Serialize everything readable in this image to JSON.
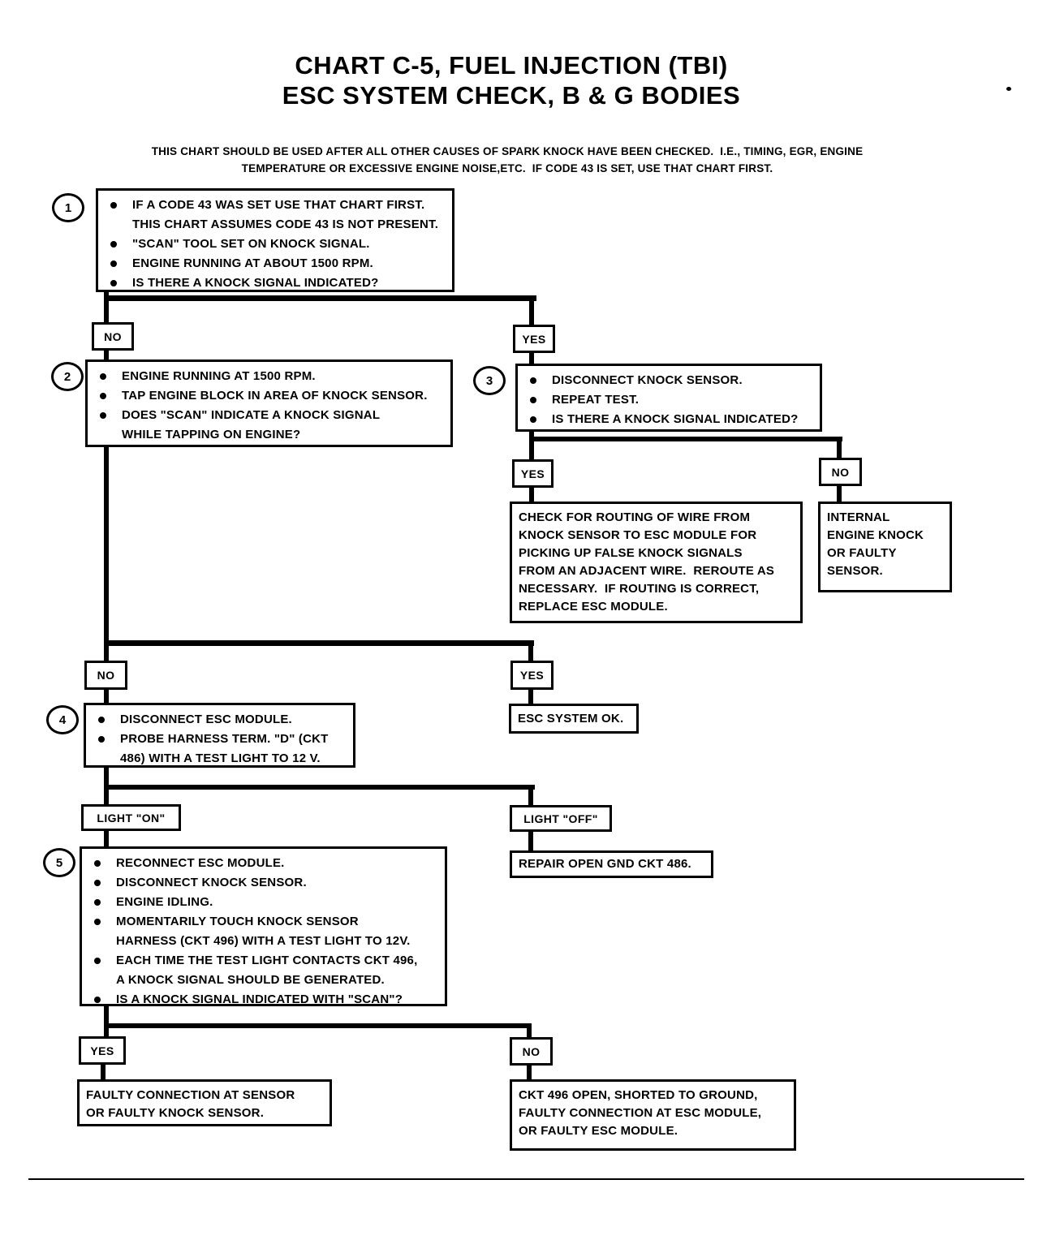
{
  "page": {
    "title": "CHART C-5, FUEL INJECTION (TBI)\nESC SYSTEM CHECK, B & G BODIES",
    "intro": "THIS CHART SHOULD BE USED AFTER ALL OTHER CAUSES OF SPARK KNOCK HAVE BEEN CHECKED.  I.E., TIMING, EGR, ENGINE\nTEMPERATURE OR EXCESSIVE ENGINE NOISE,ETC.  IF CODE 43 IS SET, USE THAT CHART FIRST."
  },
  "labels": {
    "no": "NO",
    "yes": "YES",
    "light_on": "LIGHT \"ON\"",
    "light_off": "LIGHT \"OFF\""
  },
  "steps": {
    "s1": {
      "number": "1",
      "bullets": [
        "IF A CODE 43 WAS SET USE THAT CHART FIRST.\nTHIS CHART ASSUMES CODE 43 IS NOT PRESENT.",
        "\"SCAN\" TOOL SET ON KNOCK SIGNAL.",
        "ENGINE RUNNING AT ABOUT 1500 RPM.",
        "IS THERE A KNOCK SIGNAL INDICATED?"
      ]
    },
    "s2": {
      "number": "2",
      "bullets": [
        "ENGINE RUNNING AT 1500 RPM.",
        "TAP ENGINE BLOCK IN AREA OF KNOCK SENSOR.",
        "DOES \"SCAN\" INDICATE A KNOCK SIGNAL\nWHILE TAPPING ON ENGINE?"
      ]
    },
    "s3": {
      "number": "3",
      "bullets": [
        "DISCONNECT KNOCK SENSOR.",
        "REPEAT TEST.",
        "IS THERE A KNOCK SIGNAL INDICATED?"
      ]
    },
    "s4": {
      "number": "4",
      "bullets": [
        "DISCONNECT ESC MODULE.",
        "PROBE HARNESS TERM. \"D\" (CKT\n486) WITH A TEST LIGHT TO 12 V."
      ]
    },
    "s5": {
      "number": "5",
      "bullets": [
        "RECONNECT ESC MODULE.",
        "DISCONNECT KNOCK SENSOR.",
        "ENGINE IDLING.",
        "MOMENTARILY TOUCH KNOCK SENSOR\nHARNESS (CKT 496) WITH A TEST LIGHT TO 12V.",
        "EACH TIME THE TEST LIGHT CONTACTS CKT 496,\nA KNOCK SIGNAL SHOULD BE GENERATED.",
        "IS A KNOCK SIGNAL INDICATED WITH \"SCAN\"?"
      ]
    }
  },
  "terminals": {
    "routing": "CHECK FOR ROUTING OF WIRE FROM\nKNOCK SENSOR TO ESC MODULE FOR\nPICKING UP FALSE KNOCK SIGNALS\nFROM AN ADJACENT WIRE.  REROUTE AS\nNECESSARY.  IF ROUTING IS CORRECT,\nREPLACE ESC MODULE.",
    "internal": "INTERNAL\nENGINE KNOCK\nOR FAULTY\nSENSOR.",
    "esc_ok": "ESC SYSTEM OK.",
    "repair_gnd": "REPAIR OPEN GND CKT 486.",
    "faulty_sensor": "FAULTY CONNECTION AT SENSOR\nOR FAULTY KNOCK SENSOR.",
    "ckt496": "CKT 496 OPEN, SHORTED TO GROUND,\nFAULTY CONNECTION AT ESC MODULE,\nOR FAULTY ESC MODULE."
  },
  "colors": {
    "ink": "#000000",
    "paper": "#ffffff"
  }
}
